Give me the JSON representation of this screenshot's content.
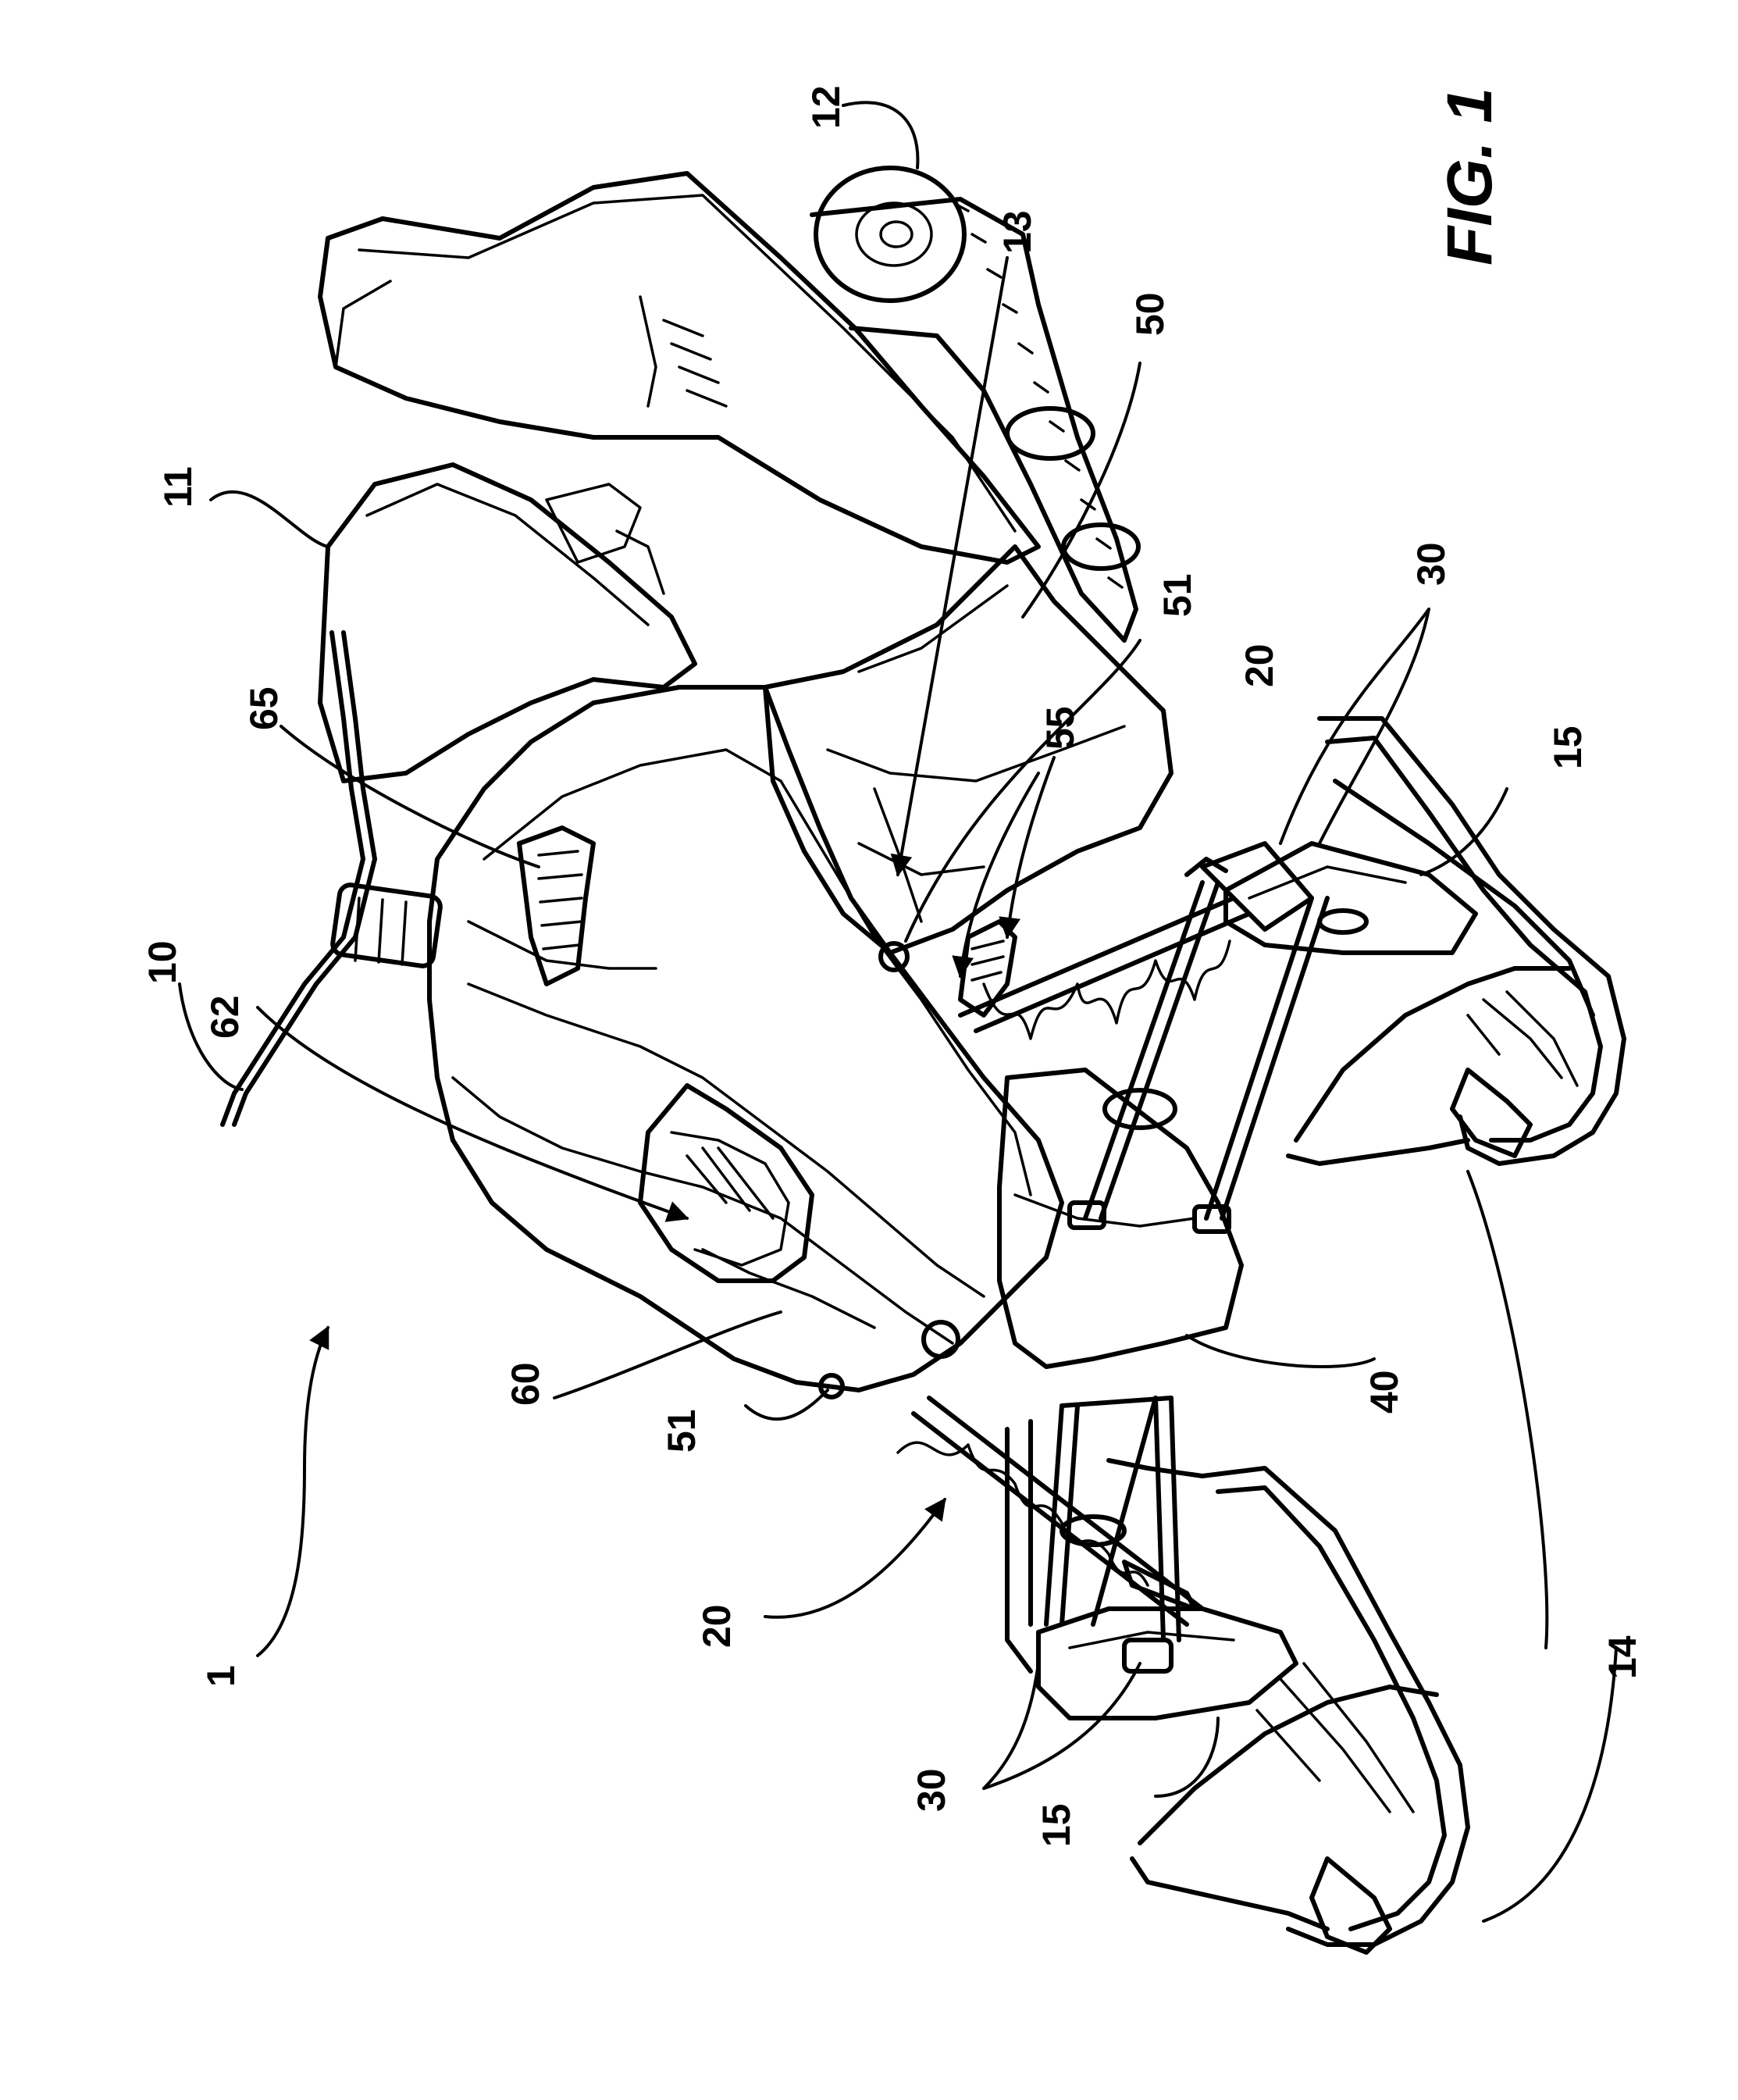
{
  "figure": {
    "caption": "FIG. 1",
    "reference_numerals": {
      "vehicle": "1",
      "handlebar": "10",
      "seat": "11",
      "drive_track": "12",
      "chassis_arrow": "13",
      "ski_right": "14",
      "ski_spindle_right": "15",
      "ski_spindle_left": "15",
      "suspension_right": "20",
      "suspension_left": "20",
      "a_arms_right": "30",
      "a_arms_left": "30",
      "bumper": "40",
      "hood": "50",
      "fastener_upper": "51",
      "fastener_lower": "51",
      "shock_spring": "55",
      "nose_panel": "60",
      "air_intake": "62",
      "side_vent": "65"
    }
  }
}
